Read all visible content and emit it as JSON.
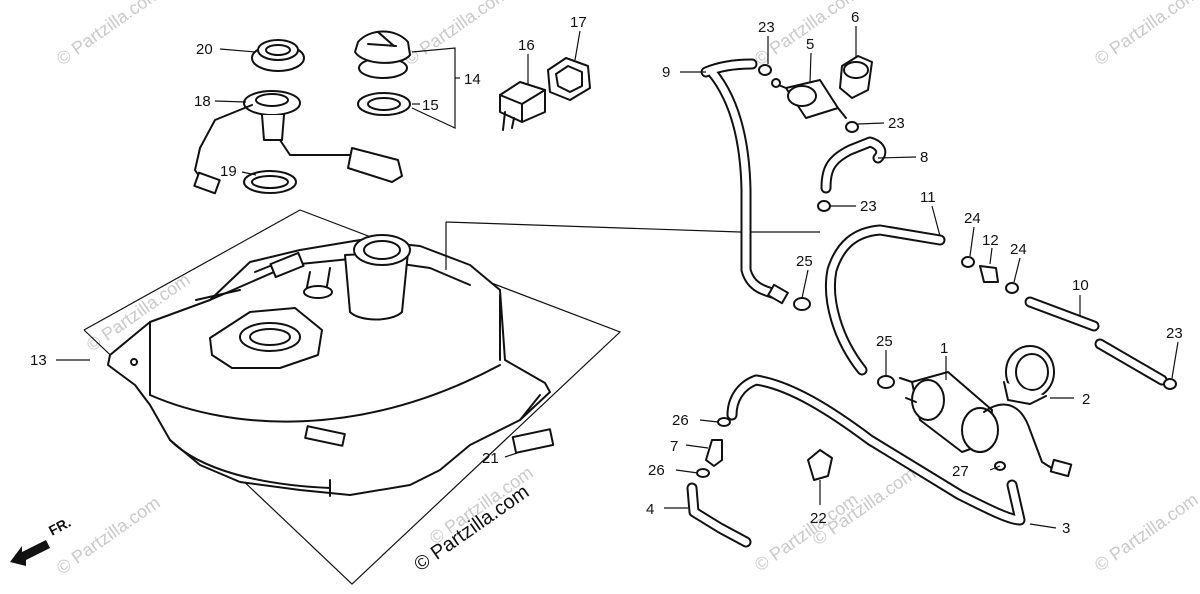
{
  "watermarks": {
    "brand": "© Partzilla.com",
    "copyright": "© Partzilla.com"
  },
  "front_marker": "FR.",
  "callouts": {
    "c1": "1",
    "c2": "2",
    "c3": "3",
    "c4": "4",
    "c5": "5",
    "c6": "6",
    "c7": "7",
    "c8": "8",
    "c9": "9",
    "c10": "10",
    "c11": "11",
    "c12": "12",
    "c13": "13",
    "c14": "14",
    "c15": "15",
    "c16": "16",
    "c17": "17",
    "c18": "18",
    "c19": "19",
    "c20": "20",
    "c21": "21",
    "c22": "22",
    "c23a": "23",
    "c23b": "23",
    "c23c": "23",
    "c23d": "23",
    "c24a": "24",
    "c24b": "24",
    "c25a": "25",
    "c25b": "25",
    "c26a": "26",
    "c26b": "26",
    "c27": "27"
  }
}
